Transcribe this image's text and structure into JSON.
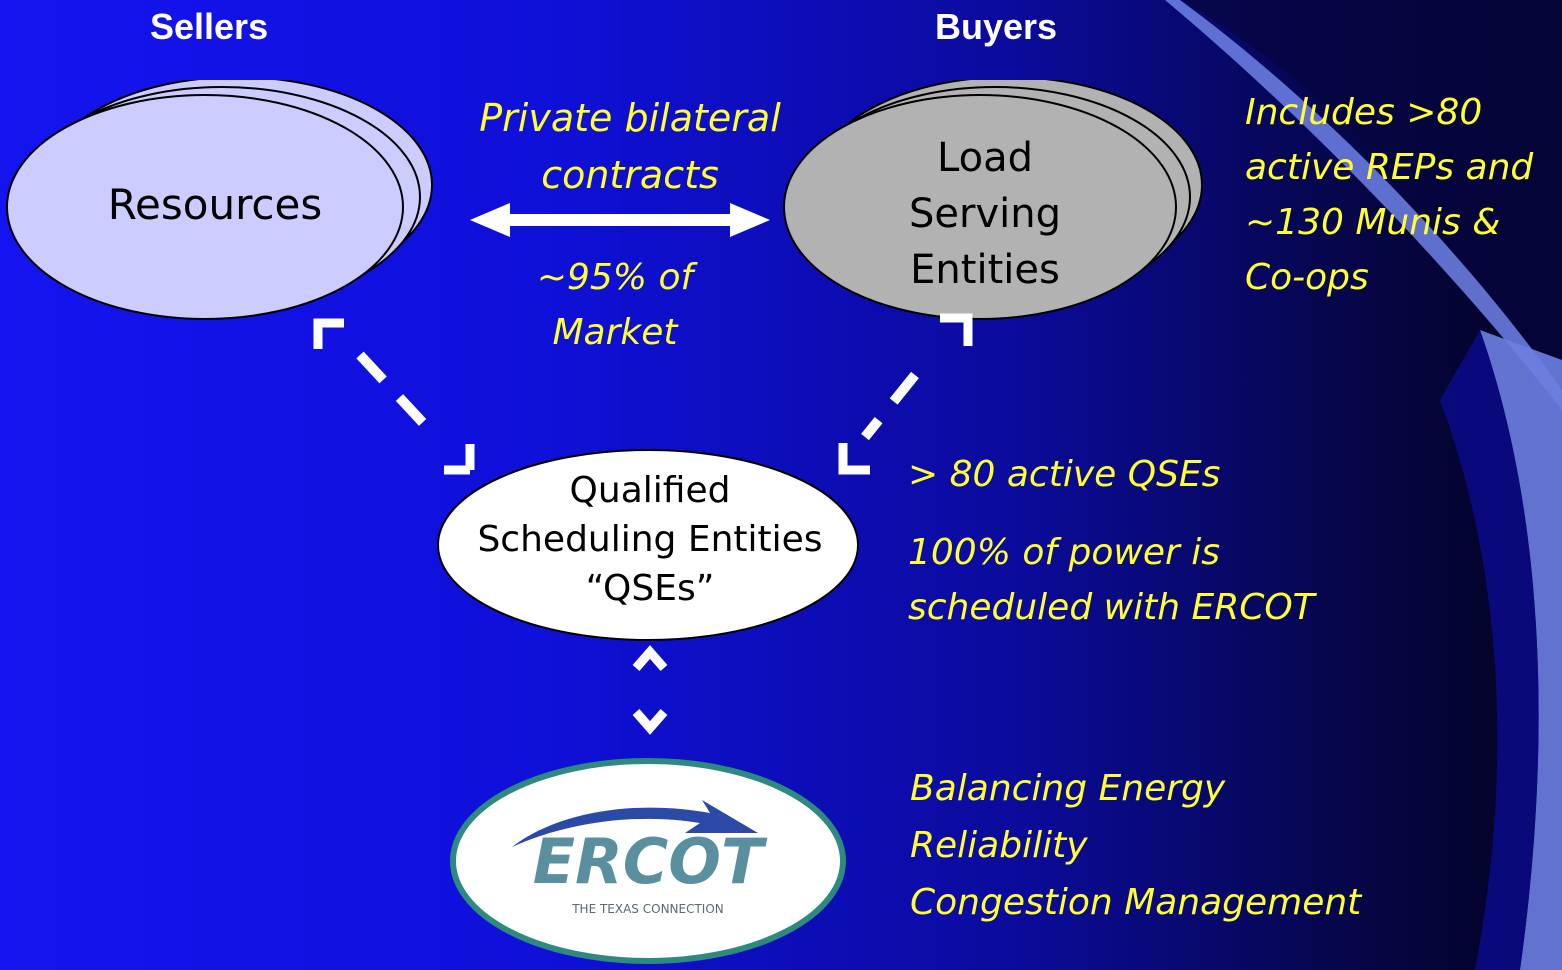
{
  "headings": {
    "sellers": "Sellers",
    "buyers": "Buyers"
  },
  "resources": {
    "label": "Resources"
  },
  "lse": {
    "lines": [
      "Load",
      "Serving",
      "Entities"
    ]
  },
  "qse": {
    "lines": [
      "Qualified",
      "Scheduling Entities",
      "“QSEs”"
    ]
  },
  "contracts": {
    "lines": [
      "Private bilateral",
      "contracts"
    ],
    "share_lines": [
      "~95% of",
      "Market"
    ]
  },
  "lse_note": {
    "lines": [
      "Includes >80",
      "active REPs and",
      "~130 Munis &",
      "Co-ops"
    ]
  },
  "qse_notes": {
    "count": "> 80 active QSEs",
    "scheduled_lines": [
      "100% of power is",
      "scheduled with ERCOT"
    ]
  },
  "ercot_functions": [
    "Balancing Energy",
    "Reliability",
    "Congestion Management"
  ],
  "ercot_logo": {
    "name": "ERCOT",
    "tagline": "THE TEXAS CONNECTION"
  },
  "colors": {
    "resources_fill": "#ccccff",
    "lse_fill": "#b2b2b2",
    "note_text": "#ffff33",
    "ercot_border": "#2e8a7e",
    "logo_text": "#5a8fa0"
  }
}
